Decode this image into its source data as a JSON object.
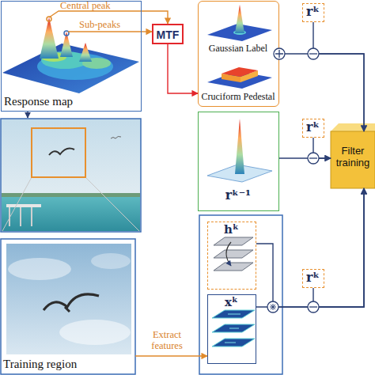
{
  "diagram": {
    "nodes": [
      {
        "text": [
          "Response map"
        ]
      },
      {
        "text": [
          "MTF"
        ]
      },
      {
        "text": [
          "Gaussian Label",
          "Cruciform Pedestal"
        ]
      },
      {
        "text": [
          "rᵏ"
        ]
      },
      {
        "text": [
          "Filter training"
        ]
      },
      {
        "text": [
          "rᵏ⁻¹"
        ]
      },
      {
        "text": [
          "rᵏ"
        ]
      },
      {
        "text": [
          "hᵏ"
        ]
      },
      {
        "text": [
          "xᵏ"
        ]
      },
      {
        "text": [
          "rᵏ"
        ]
      },
      {
        "text": [
          "Training region"
        ]
      }
    ],
    "edges": [
      {
        "from": 0,
        "to": 1,
        "label": "Central peak",
        "arrow": "to"
      },
      {
        "from": 0,
        "to": 1,
        "label": "Sub-peaks",
        "arrow": "to"
      },
      {
        "from": 1,
        "to": 2,
        "arrow": "to"
      },
      {
        "from": 2,
        "to": 4,
        "arrow": "to"
      },
      {
        "from": 3,
        "to": 4,
        "arrow": "to"
      },
      {
        "from": 5,
        "to": 4,
        "arrow": "to"
      },
      {
        "from": 6,
        "to": 4,
        "arrow": "to"
      },
      {
        "from": 7,
        "to": 4,
        "arrow": "to"
      },
      {
        "from": 8,
        "to": 4,
        "arrow": "to"
      },
      {
        "from": 9,
        "to": 4,
        "arrow": "to"
      },
      {
        "from": 10,
        "to": 8,
        "label": "Extract features",
        "arrow": "to"
      }
    ]
  }
}
